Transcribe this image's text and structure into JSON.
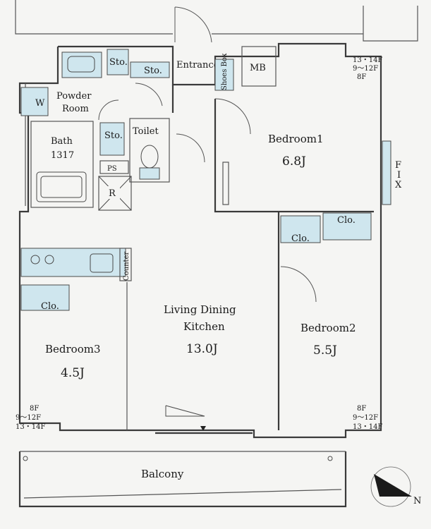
{
  "rooms": {
    "entrance": "Entrance",
    "mb": "MB",
    "shoes_box": "Shoes Box",
    "powder_room_1": "Powder",
    "powder_room_2": "Room",
    "washer": "W",
    "storage_top_left": "Sto.",
    "storage_top": "Sto.",
    "storage_bath": "Sto.",
    "toilet": "Toilet",
    "bath": "Bath",
    "bath_size": "1317",
    "ps": "PS",
    "r": "R",
    "bedroom1": "Bedroom1",
    "bedroom1_size": "6.8J",
    "bedroom2": "Bedroom2",
    "bedroom2_size": "5.5J",
    "bedroom3": "Bedroom3",
    "bedroom3_size": "4.5J",
    "ldk_1": "Living Dining",
    "ldk_2": "Kitchen",
    "ldk_size": "13.0J",
    "counter": "Counter",
    "clo_bedroom1": "Clo.",
    "clo_bedroom2": "Clo.",
    "clo_bedroom3": "Clo.",
    "fix_f": "F",
    "fix_i": "I",
    "fix_x": "X",
    "balcony": "Balcony"
  },
  "notes": {
    "top_right": [
      "13・14F",
      "9～12F",
      "8F"
    ],
    "bottom_right": [
      "8F",
      "9～12F",
      "13・14F"
    ],
    "bottom_left": [
      "8F",
      "9～12F",
      "13・14F"
    ]
  },
  "compass": {
    "label": "N"
  },
  "colors": {
    "fixture": "#cfe6ee",
    "wall": "#3a3a3a",
    "background": "#f5f5f3"
  }
}
